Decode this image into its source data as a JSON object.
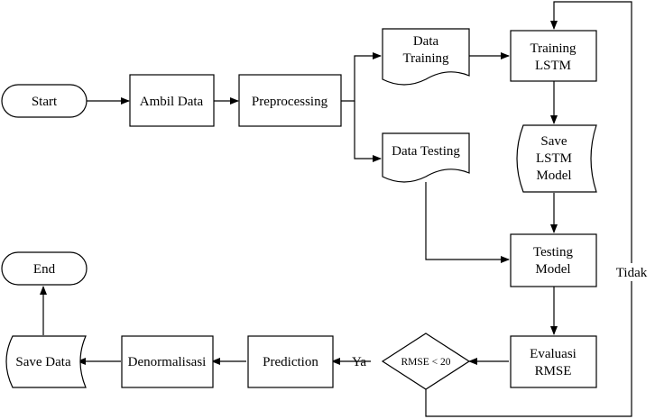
{
  "nodes": {
    "start": "Start",
    "ambil_data": "Ambil Data",
    "preprocessing": "Preprocessing",
    "data_training": [
      "Data",
      "Training"
    ],
    "data_testing": "Data Testing",
    "training_lstm": [
      "Training",
      "LSTM"
    ],
    "save_model": [
      "Save",
      "LSTM",
      "Model"
    ],
    "testing_model": [
      "Testing",
      "Model"
    ],
    "evaluasi_rmse": [
      "Evaluasi",
      "RMSE"
    ],
    "decision": "RMSE < 20",
    "prediction": "Prediction",
    "denormalisasi": "Denormalisasi",
    "save_data": "Save Data",
    "end": "End"
  },
  "edges": {
    "yes_label": "Ya",
    "no_label": "Tidak"
  },
  "colors": {
    "stroke": "#000000",
    "fill": "#ffffff"
  }
}
